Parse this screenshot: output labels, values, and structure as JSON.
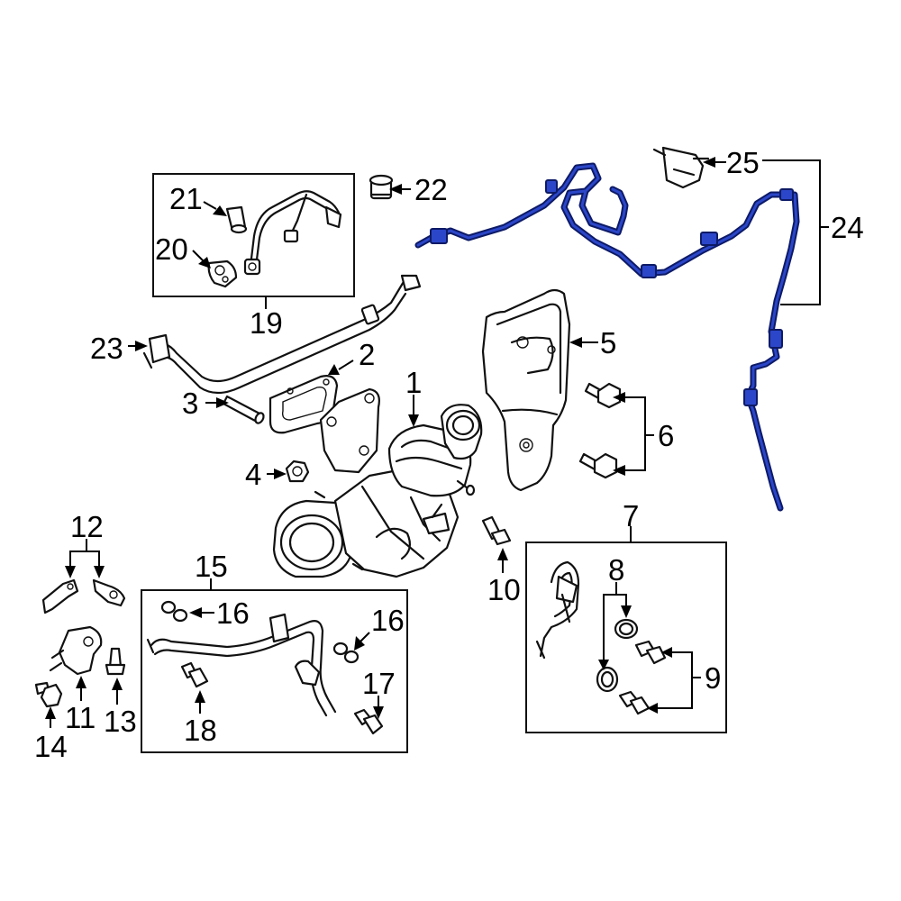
{
  "diagram": {
    "accent_color": "#1a2e9c",
    "callouts": [
      {
        "id": "c1",
        "text": "1"
      },
      {
        "id": "c2",
        "text": "2"
      },
      {
        "id": "c3",
        "text": "3"
      },
      {
        "id": "c4",
        "text": "4"
      },
      {
        "id": "c5",
        "text": "5"
      },
      {
        "id": "c6",
        "text": "6"
      },
      {
        "id": "c7",
        "text": "7"
      },
      {
        "id": "c8",
        "text": "8"
      },
      {
        "id": "c9",
        "text": "9"
      },
      {
        "id": "c10",
        "text": "10"
      },
      {
        "id": "c11",
        "text": "11"
      },
      {
        "id": "c12",
        "text": "12"
      },
      {
        "id": "c13",
        "text": "13"
      },
      {
        "id": "c14",
        "text": "14"
      },
      {
        "id": "c15",
        "text": "15"
      },
      {
        "id": "c16a",
        "text": "16"
      },
      {
        "id": "c16b",
        "text": "16"
      },
      {
        "id": "c17",
        "text": "17"
      },
      {
        "id": "c18",
        "text": "18"
      },
      {
        "id": "c19",
        "text": "19"
      },
      {
        "id": "c20",
        "text": "20"
      },
      {
        "id": "c21",
        "text": "21"
      },
      {
        "id": "c22",
        "text": "22"
      },
      {
        "id": "c23",
        "text": "23"
      },
      {
        "id": "c24",
        "text": "24"
      },
      {
        "id": "c25",
        "text": "25"
      }
    ]
  }
}
